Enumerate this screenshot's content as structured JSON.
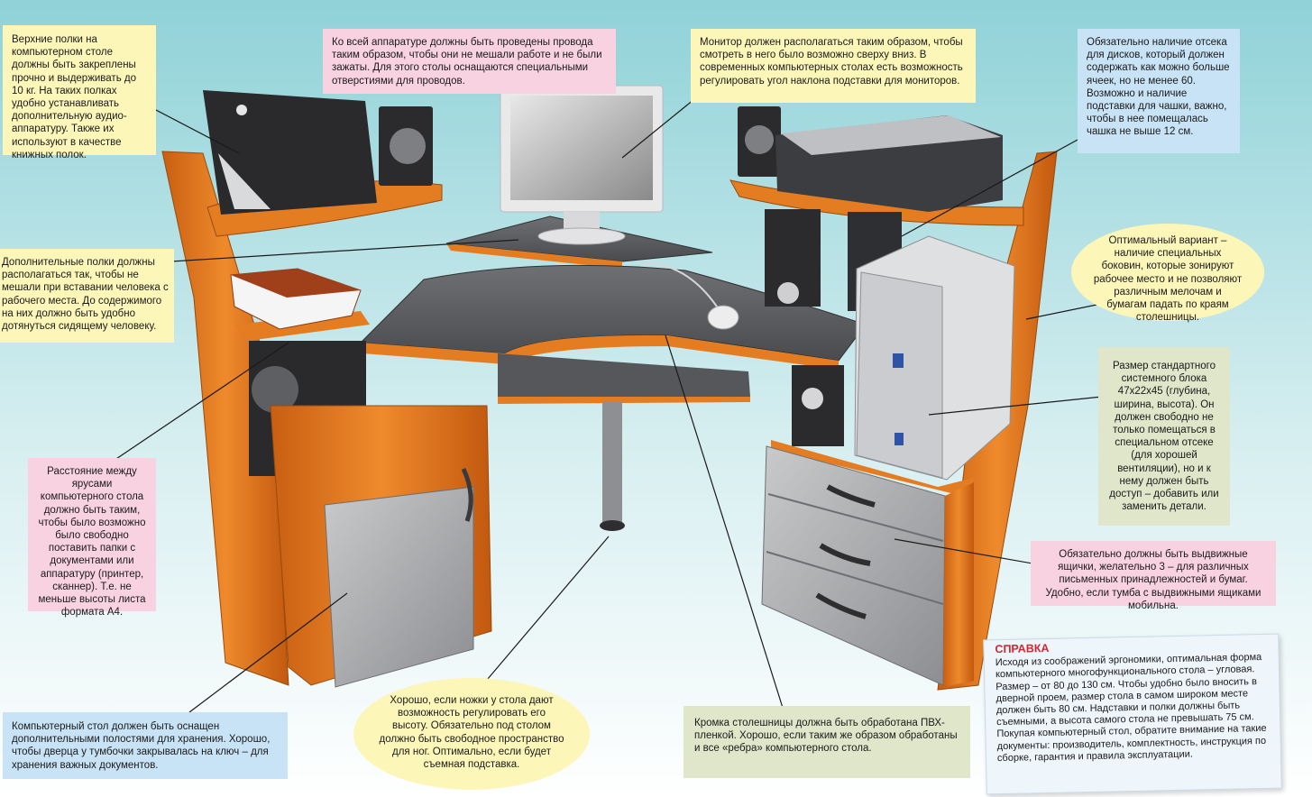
{
  "notes": {
    "top_shelves": "Верхние полки на компьютерном столе должны быть закреплены прочно и выдерживать до 10 кг. На таких полках удобно устанавливать дополнительную аудио-аппаратуру. Также их используют в качестве книжных полок.",
    "cables": "Ко всей аппаратуре должны быть проведены провода таким образом, чтобы они не мешали работе и не были зажаты. Для этого столы оснащаются специальными отверстиями для проводов.",
    "monitor": "Монитор должен располагаться таким образом, чтобы смотреть в него было возможно сверху вниз. В современных компьютерных столах есть возможность регулировать угол наклона подставки для мониторов.",
    "discs": "Обязательно наличие отсека для дисков, который должен содержать как можно больше ячеек, но не менее 60. Возможно и наличие подставки для чашки, важно, чтобы в нее помещалась чашка не выше 12 см.",
    "extra_shelves": "Дополнительные полки должны располагаться так, чтобы не мешали при вставании человека с рабочего места. До содержимого на них должно быть удобно дотянуться сидящему человеку.",
    "side_panels": "Оптимальный вариант – наличие специальных боковин, которые зонируют рабочее место и не позволяют различным мелочам и бумагам падать по краям столешницы.",
    "system_unit": "Размер стандартного системного блока 47х22х45 (глубина, ширина, высота). Он должен свободно не только помещаться в специальном отсеке (для хорошей вентиляции), но и к нему должен быть доступ – добавить или заменить детали.",
    "tiers": "Расстояние между ярусами компьютерного стола должно быть таким, чтобы было возможно было свободно поставить папки с документами или аппаратуру (принтер, сканнер). Т.е. не меньше высоты листа формата А4.",
    "drawers": "Обязательно должны быть выдвижные ящички, желательно 3 – для различных письменных принадлежностей и бумаг. Удобно, если тумба с выдвижными ящиками мобильна.",
    "locker": "Компьютерный стол должен быть оснащен дополнительными полостями для хранения. Хорошо, чтобы дверца у тумбочки закрывалась на ключ – для хранения важных документов.",
    "legs": "Хорошо, если ножки у стола дают возможность регулировать его высоту. Обязательно под столом должно быть свободное пространство для ног. Оптимально, если будет съемная подставка.",
    "edge": "Кромка столешницы должна быть обработана ПВХ-пленкой. Хорошо, если таким же образом обработаны и все «ребра» компьютерного стола."
  },
  "spravka": {
    "title": "СПРАВКА",
    "text": "Исходя из соображений эргономики, оптимальная форма компьютерного многофункционального стола – угловая. Размер – от 80 до 130 см. Чтобы удобно было вносить в дверной проем, размер стола в самом широком месте должен быть 80 см. Надставки и полки должны быть съемными, а высота самого стола не превышать 75 см. Покупая компьютерный стол, обратите внимание на такие документы: производитель, комплектность, инструкция по сборке, гарантия и правила эксплуатации."
  },
  "colors": {
    "sky_top": "#9ed8dc",
    "sky_bottom": "#ffffff",
    "wood": "#e2771f",
    "wood_dark": "#b5560d",
    "metal": "#a9aaac",
    "desktop": "#5c5d60",
    "accent_red": "#d2262f"
  }
}
